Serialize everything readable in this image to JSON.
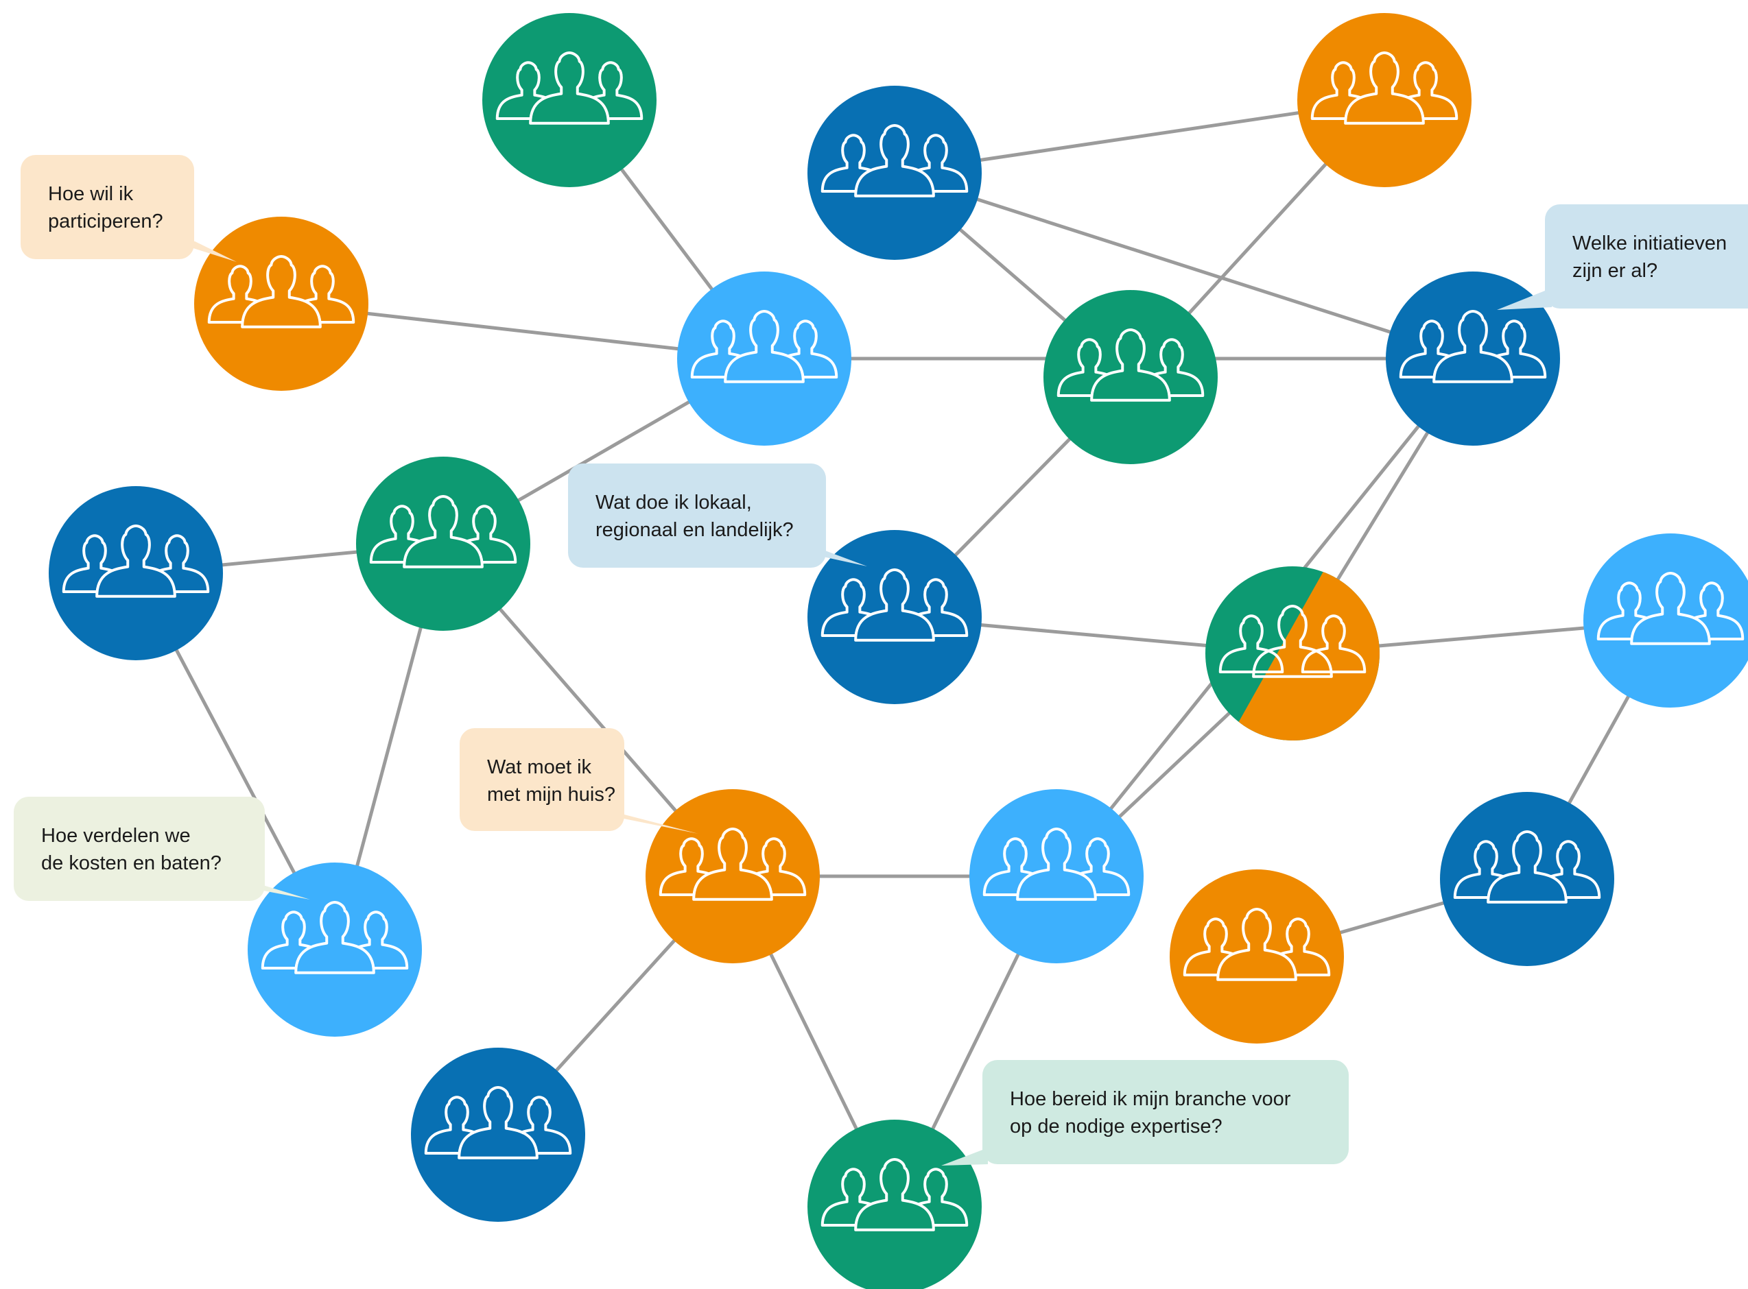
{
  "colors": {
    "green": "#0d9a72",
    "orange": "#ef8a00",
    "dark_blue": "#0870b3",
    "light_blue": "#3db0fd",
    "edge": "#9b9b9b",
    "bubble_orange": "#fce6ca",
    "bubble_blue": "#cce3ef",
    "bubble_green": "#ecf1e0",
    "bubble_mint": "#cfeae1"
  },
  "icon": "group-of-people-icon",
  "nodes": [
    {
      "id": "n1",
      "color": "green"
    },
    {
      "id": "n2",
      "color": "dark_blue"
    },
    {
      "id": "n3",
      "color": "orange"
    },
    {
      "id": "n4",
      "color": "orange"
    },
    {
      "id": "n5",
      "color": "light_blue"
    },
    {
      "id": "n6",
      "color": "green"
    },
    {
      "id": "n7",
      "color": "dark_blue"
    },
    {
      "id": "n8",
      "color": "dark_blue"
    },
    {
      "id": "n9",
      "color": "green"
    },
    {
      "id": "n10",
      "color": "dark_blue"
    },
    {
      "id": "n11",
      "color": "split-green-orange"
    },
    {
      "id": "n12",
      "color": "light_blue"
    },
    {
      "id": "n13",
      "color": "orange"
    },
    {
      "id": "n14",
      "color": "light_blue"
    },
    {
      "id": "n15",
      "color": "dark_blue"
    },
    {
      "id": "n16",
      "color": "orange"
    },
    {
      "id": "n17",
      "color": "light_blue"
    },
    {
      "id": "n18",
      "color": "dark_blue"
    },
    {
      "id": "n19",
      "color": "green"
    }
  ],
  "edges": [
    [
      "n1",
      "n5"
    ],
    [
      "n4",
      "n5"
    ],
    [
      "n5",
      "n9"
    ],
    [
      "n5",
      "n8"
    ],
    [
      "n9",
      "n7"
    ],
    [
      "n9",
      "n17"
    ],
    [
      "n7",
      "n17"
    ],
    [
      "n9",
      "n13"
    ],
    [
      "n2",
      "n3"
    ],
    [
      "n2",
      "n6"
    ],
    [
      "n2",
      "n8"
    ],
    [
      "n3",
      "n6"
    ],
    [
      "n6",
      "n10"
    ],
    [
      "n10",
      "n11"
    ],
    [
      "n8",
      "n11"
    ],
    [
      "n11",
      "n12"
    ],
    [
      "n8",
      "n14"
    ],
    [
      "n11",
      "n14"
    ],
    [
      "n13",
      "n14"
    ],
    [
      "n13",
      "n18"
    ],
    [
      "n13",
      "n19"
    ],
    [
      "n14",
      "n19"
    ],
    [
      "n12",
      "n15"
    ],
    [
      "n15",
      "n16"
    ]
  ],
  "bubbles": [
    {
      "id": "b1",
      "color": "bubble_orange",
      "lines": [
        "Hoe wil ik",
        "participeren?"
      ]
    },
    {
      "id": "b2",
      "color": "bubble_blue",
      "lines": [
        "Welke initiatieven",
        "zijn er al?"
      ]
    },
    {
      "id": "b3",
      "color": "bubble_blue",
      "lines": [
        "Wat doe ik lokaal,",
        "regionaal en landelijk?"
      ]
    },
    {
      "id": "b4",
      "color": "bubble_orange",
      "lines": [
        "Wat moet ik",
        "met mijn huis?"
      ]
    },
    {
      "id": "b5",
      "color": "bubble_green",
      "lines": [
        "Hoe verdelen we",
        "de kosten en baten?"
      ]
    },
    {
      "id": "b6",
      "color": "bubble_mint",
      "lines": [
        "Hoe bereid ik mijn branche voor",
        "op de nodige expertise?"
      ]
    }
  ]
}
